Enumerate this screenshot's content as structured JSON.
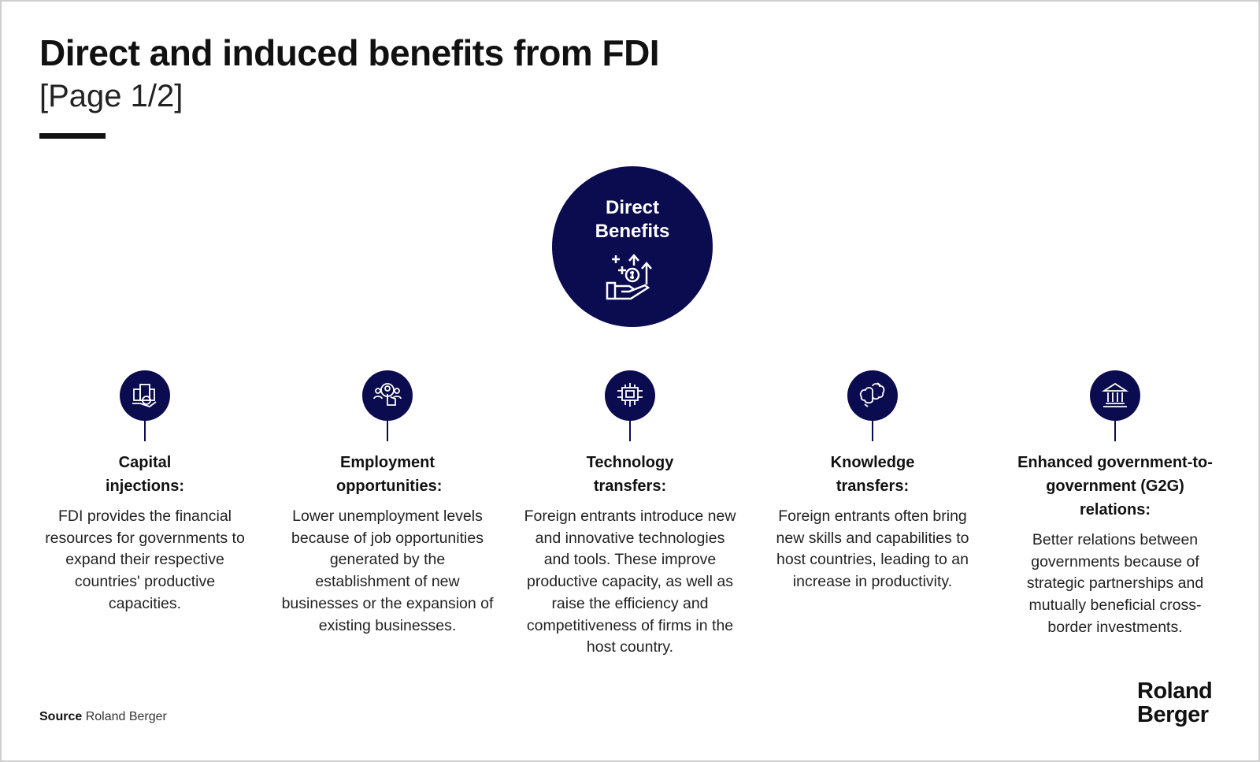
{
  "header": {
    "title": "Direct and induced benefits from FDI",
    "subtitle": "[Page 1/2]"
  },
  "hub": {
    "label_line1": "Direct",
    "label_line2": "Benefits",
    "icon": "hand-money-growth-icon"
  },
  "benefits": [
    {
      "title": "Capital injections:",
      "icon": "hand-buildings-money-icon",
      "text": "FDI provides the financial resources for governments to expand their respective countries' productive capacities."
    },
    {
      "title": "Employment opportunities:",
      "icon": "people-select-hand-icon",
      "text": "Lower unemployment levels because of job opportunities generated by the establishment of new businesses or the expansion of existing businesses."
    },
    {
      "title": "Technology transfers:",
      "icon": "circuit-chip-icon",
      "text": "Foreign entrants introduce new and innovative technologies and tools. These improve productive capacity, as well as raise the efficiency and competitiveness of firms in the host country."
    },
    {
      "title": "Knowledge transfers:",
      "icon": "brains-exchange-icon",
      "text": "Foreign entrants often bring new skills and capabilities to host countries, leading to an increase in productivity."
    },
    {
      "title": "Enhanced government-to-government (G2G) relations:",
      "icon": "government-building-icon",
      "text": "Better relations between governments because of strategic partnerships and mutually beneficial cross-border investments."
    }
  ],
  "footer": {
    "source_label": "Source",
    "source_value": "Roland Berger",
    "logo_line1": "Roland",
    "logo_line2": "Berger"
  },
  "colors": {
    "navy": "#0b0b4f"
  }
}
